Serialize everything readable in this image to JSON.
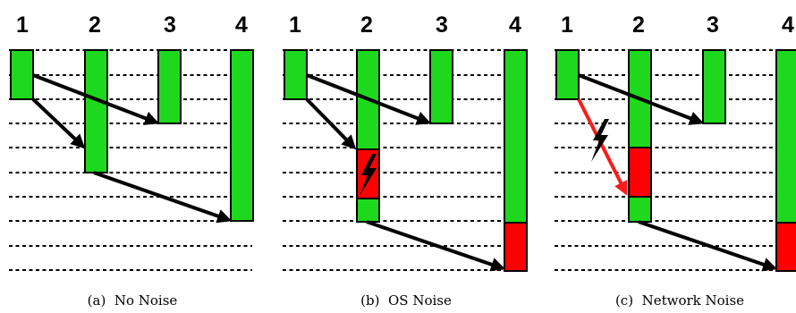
{
  "colors": {
    "compute": "#1ed81e",
    "noise": "#ff0000",
    "arrow": "#000000",
    "noise_arrow": "#ff1a1a",
    "grid": "#000000"
  },
  "icons": [
    "lightning-bolt-icon"
  ],
  "panels": [
    {
      "id": "a",
      "numbers": [
        "1",
        "2",
        "3",
        "4"
      ],
      "caption": "(a)  No Noise"
    },
    {
      "id": "b",
      "numbers": [
        "1",
        "2",
        "3",
        "4"
      ],
      "caption": "(b)  OS Noise"
    },
    {
      "id": "c",
      "numbers": [
        "1",
        "2",
        "3",
        "4"
      ],
      "caption": "(c)  Network Noise"
    }
  ]
}
